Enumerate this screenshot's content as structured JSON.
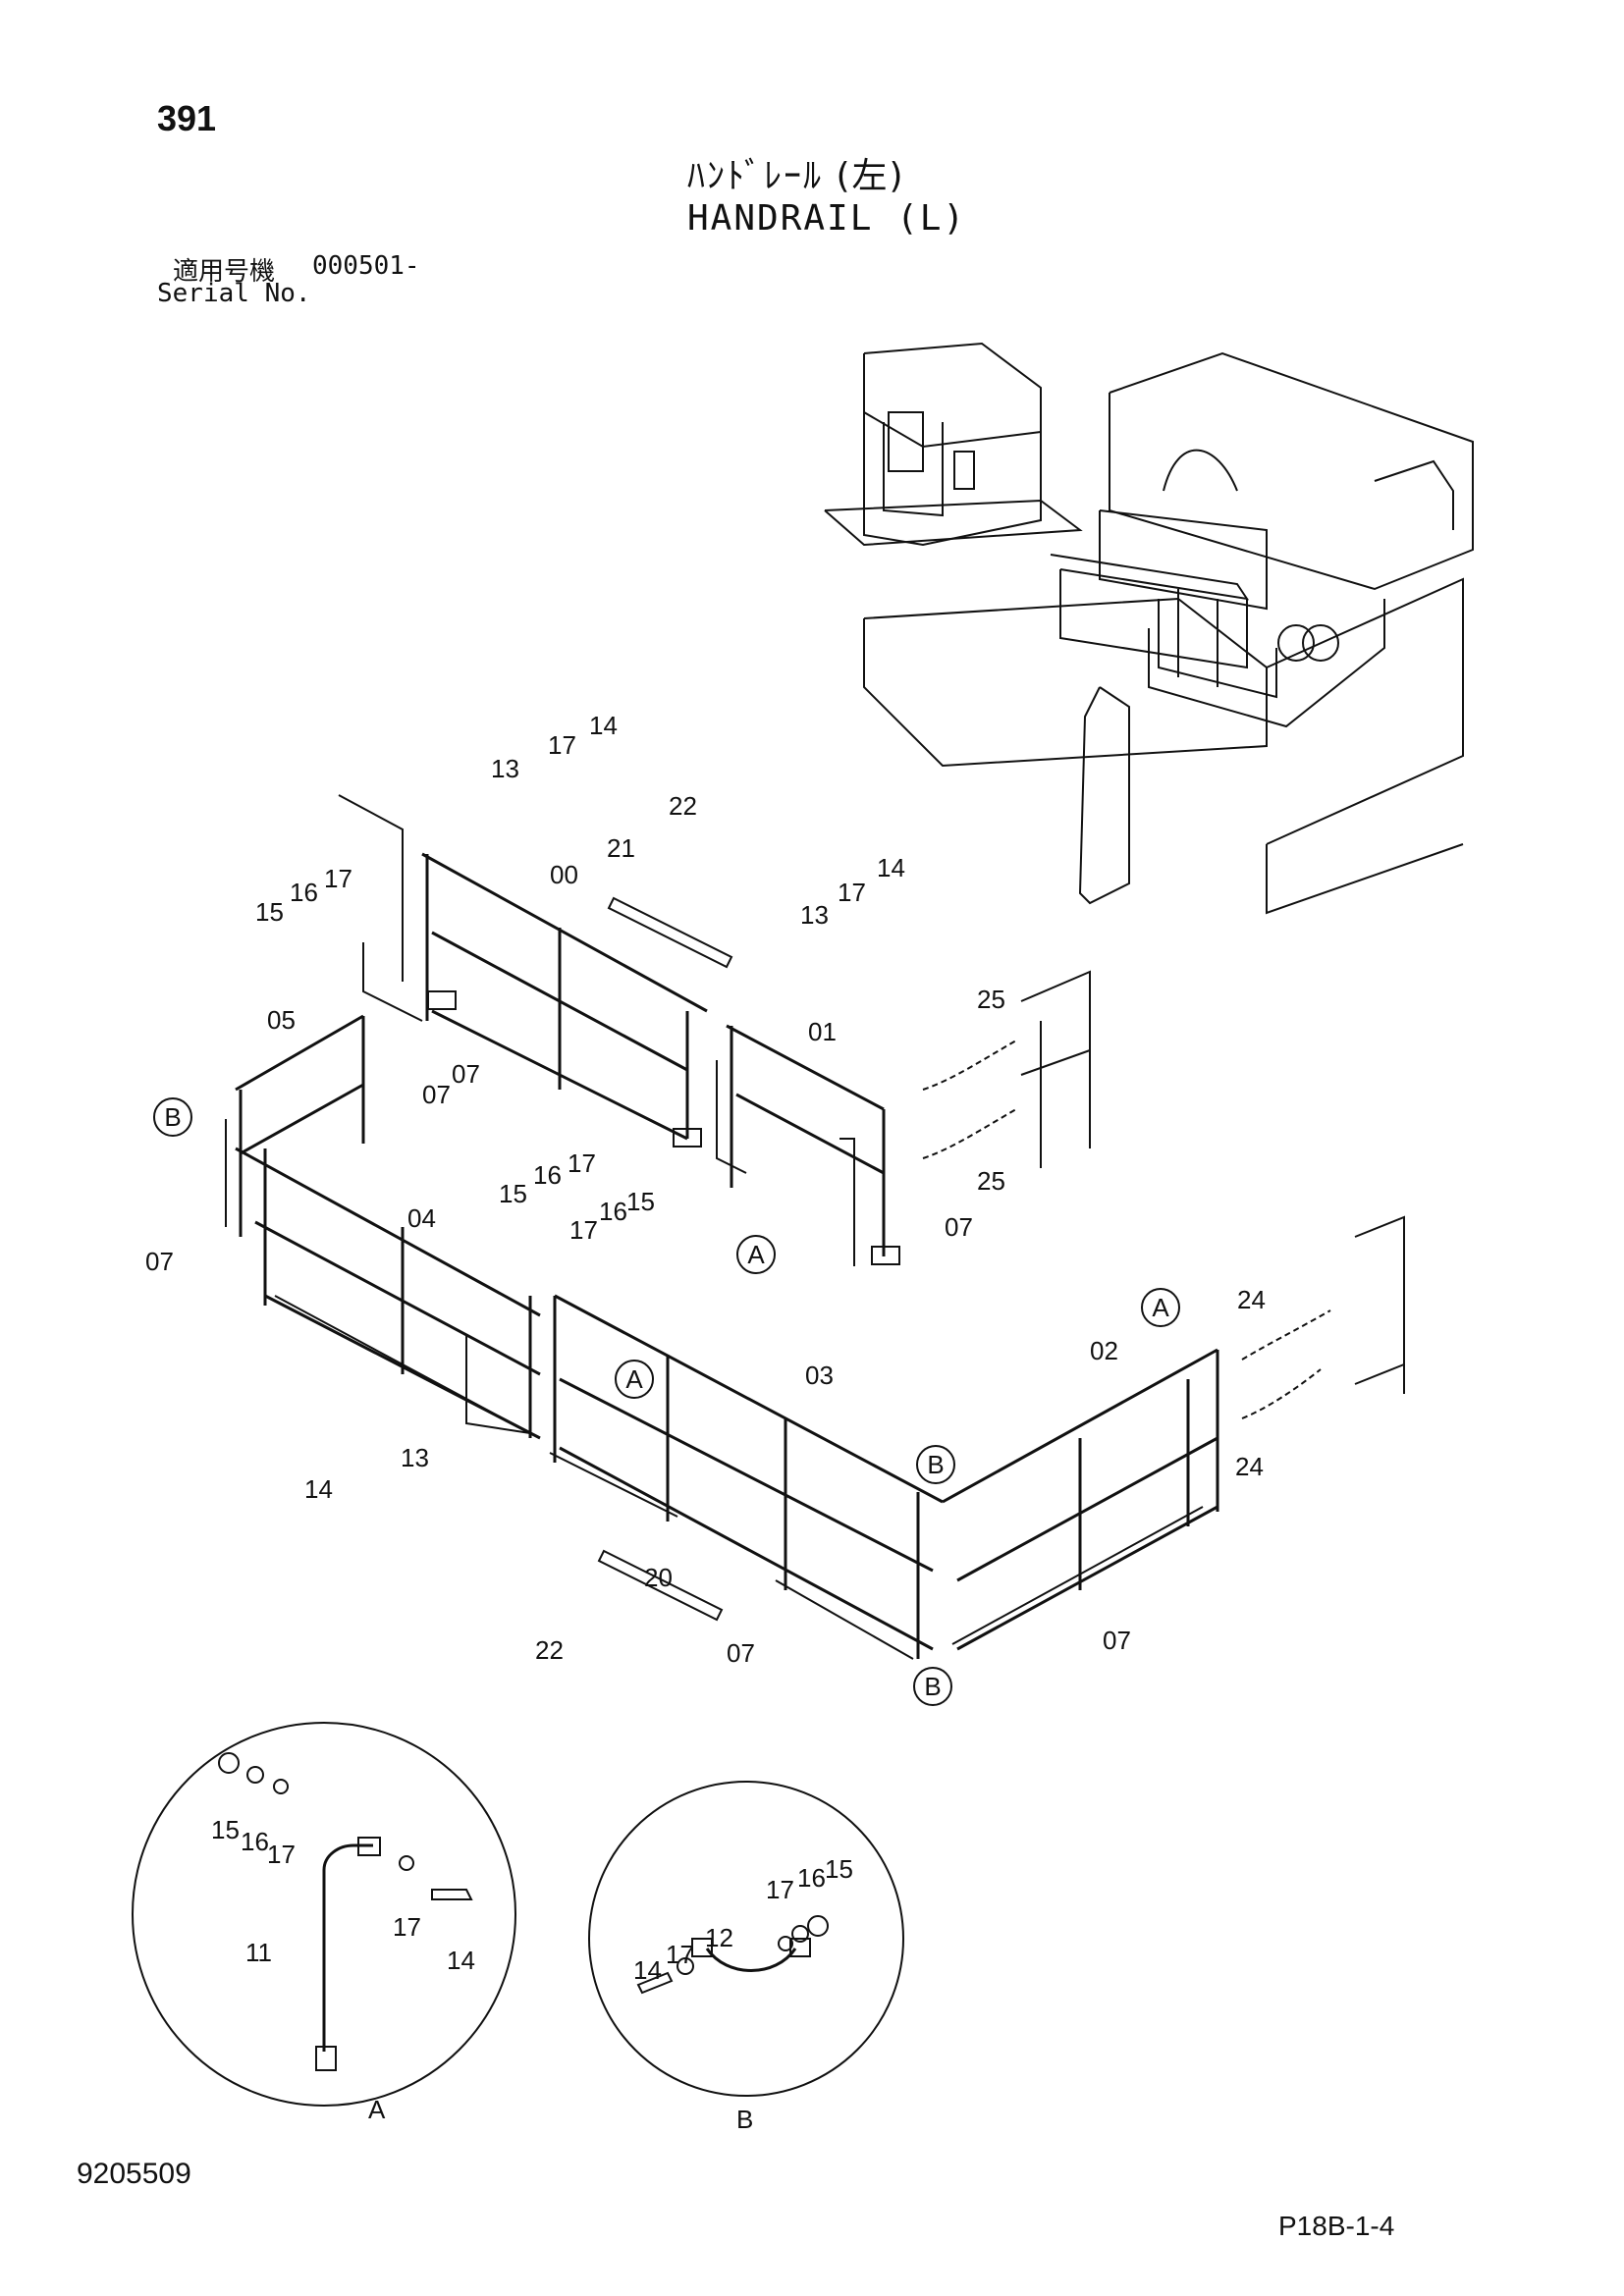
{
  "header": {
    "page_number": "391",
    "title_jp": "ﾊﾝﾄﾞﾚｰﾙ (左)",
    "title_en": "HANDRAIL (L)",
    "serial_label_jp": "適用号機",
    "serial_value": "000501-",
    "serial_label_en": "Serial No."
  },
  "footer": {
    "doc_number": "9205509",
    "page_code": "P18B-1-4"
  },
  "callouts": {
    "c00": "00",
    "c01": "01",
    "c02": "02",
    "c03": "03",
    "c04": "04",
    "c05": "05",
    "c07a": "07",
    "c07b": "07",
    "c07c": "07",
    "c07d": "07",
    "c07e": "07",
    "c07f": "07",
    "c13a": "13",
    "c13b": "13",
    "c13c": "13",
    "c14a": "14",
    "c14b": "14",
    "c14c": "14",
    "c15a": "15",
    "c15b": "15",
    "c15c": "15",
    "c16a": "16",
    "c16b": "16",
    "c16c": "16",
    "c17a": "17",
    "c17b": "17",
    "c17c": "17",
    "c17d": "17",
    "c17e": "17",
    "c20": "20",
    "c21": "21",
    "c22a": "22",
    "c22b": "22",
    "c24a": "24",
    "c24b": "24",
    "c25a": "25",
    "c25b": "25"
  },
  "detail_a": {
    "label": "A",
    "parts": {
      "p15": "15",
      "p16": "16",
      "p17a": "17",
      "p17b": "17",
      "p14": "14",
      "p11": "11"
    }
  },
  "detail_b": {
    "label": "B",
    "parts": {
      "p17a": "17",
      "p16": "16",
      "p15": "15",
      "p14": "14",
      "p17b": "17",
      "p12": "12"
    }
  },
  "ref_markers": {
    "a1": "A",
    "a2": "A",
    "a3": "A",
    "b1": "B",
    "b2": "B",
    "b3": "B"
  }
}
